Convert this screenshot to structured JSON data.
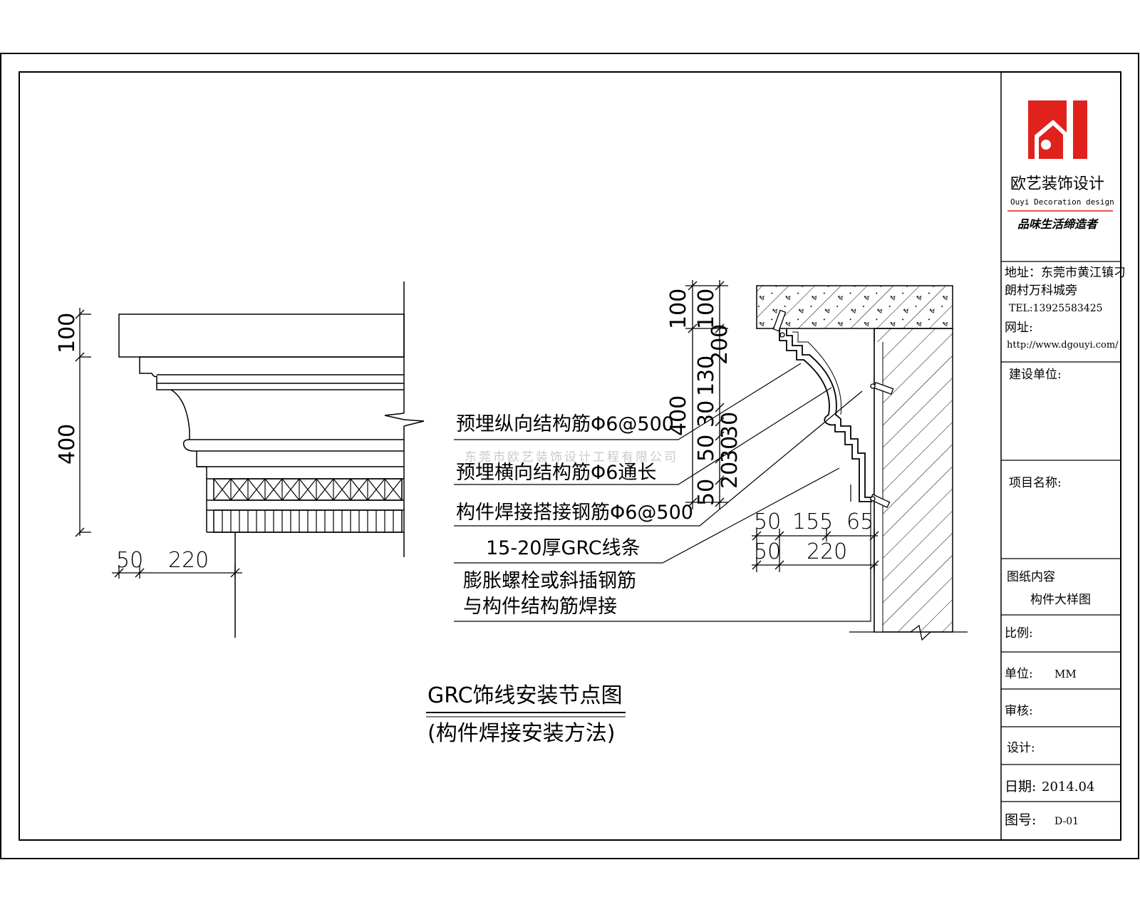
{
  "company": {
    "name_cn": "欧艺装饰设计",
    "name_en": "Ouyi Decoration design",
    "slogan": "品味生活缔造者",
    "logo_color": "#e0211c"
  },
  "contact": {
    "address_line1": "地址：东莞市黄江镇刁",
    "address_line2": "朗村万科城旁",
    "tel": "TEL:13925583425",
    "web_label": "网址:",
    "web_url": "http://www.dgouyi.com/"
  },
  "title_block": {
    "client_label": "建设单位:",
    "project_label": "项目名称:",
    "content_label": "图纸内容",
    "content_value": "构件大样图",
    "scale_label": "比例:",
    "unit_label": "单位:",
    "unit_value": "MM",
    "review_label": "审核:",
    "design_label": "设计:",
    "date_label": "日期:",
    "date_value": "2014.04",
    "drawing_no_label": "图号:",
    "drawing_no_value": "D-01"
  },
  "drawing": {
    "title": "GRC饰线安装节点图",
    "subtitle": "(构件焊接安装方法)",
    "watermark": "东莞市欧艺装饰设计工程有限公司",
    "callouts": [
      "预埋纵向结构筋Φ6@500",
      "预埋横向结构筋Φ6通长",
      "构件焊接搭接钢筋Φ6@500",
      "15-20厚GRC线条",
      "膨胀螺栓或斜插钢筋",
      "与构件结构筋焊接"
    ],
    "left_dims": {
      "v_top": "100",
      "v_main": "400",
      "h_a": "50",
      "h_b": "220"
    },
    "right_dims": {
      "v_a": "100",
      "v_b": "400",
      "v_c1": "100",
      "v_c2": "200",
      "v_c3": "130",
      "v_c4": "30",
      "v_c5": "50",
      "v_c6": "50",
      "v_c7": "30",
      "v_c8": "30",
      "v_c9": "20",
      "h_row1": [
        "50",
        "155",
        "65"
      ],
      "h_row2": [
        "50",
        "220"
      ]
    }
  }
}
